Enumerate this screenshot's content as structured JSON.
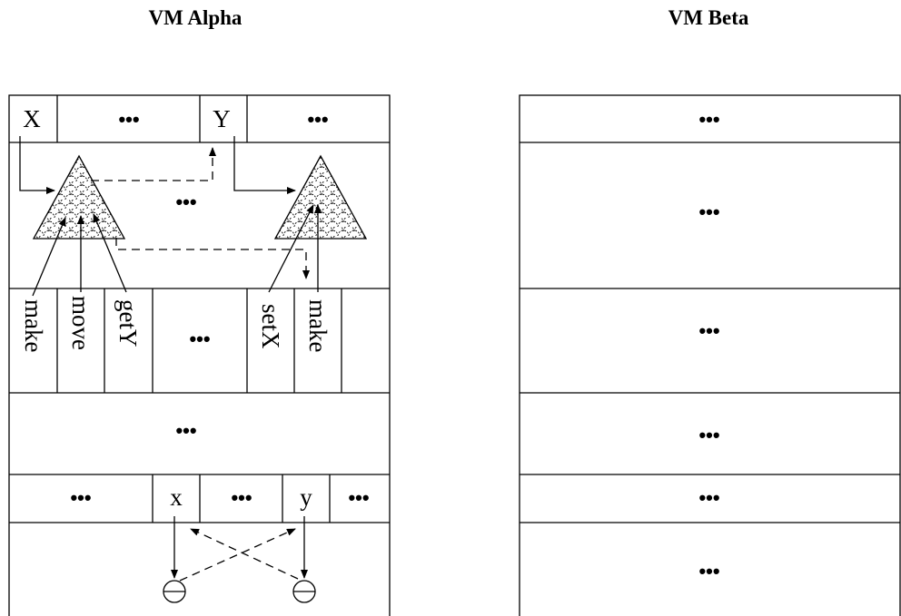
{
  "vm_alpha": {
    "title": "VM Alpha",
    "top_row": [
      "X",
      "•••",
      "Y",
      "•••"
    ],
    "tree_region_ellipsis": "•••",
    "method_row": [
      "make",
      "move",
      "getY",
      "•••",
      "setX",
      "make"
    ],
    "middle_ellipsis": "•••",
    "field_row": [
      "•••",
      "x",
      "•••",
      "y",
      "•••"
    ]
  },
  "vm_beta": {
    "title": "VM Beta",
    "rows": [
      "•••",
      "•••",
      "•••",
      "•••",
      "•••",
      "•••"
    ]
  }
}
